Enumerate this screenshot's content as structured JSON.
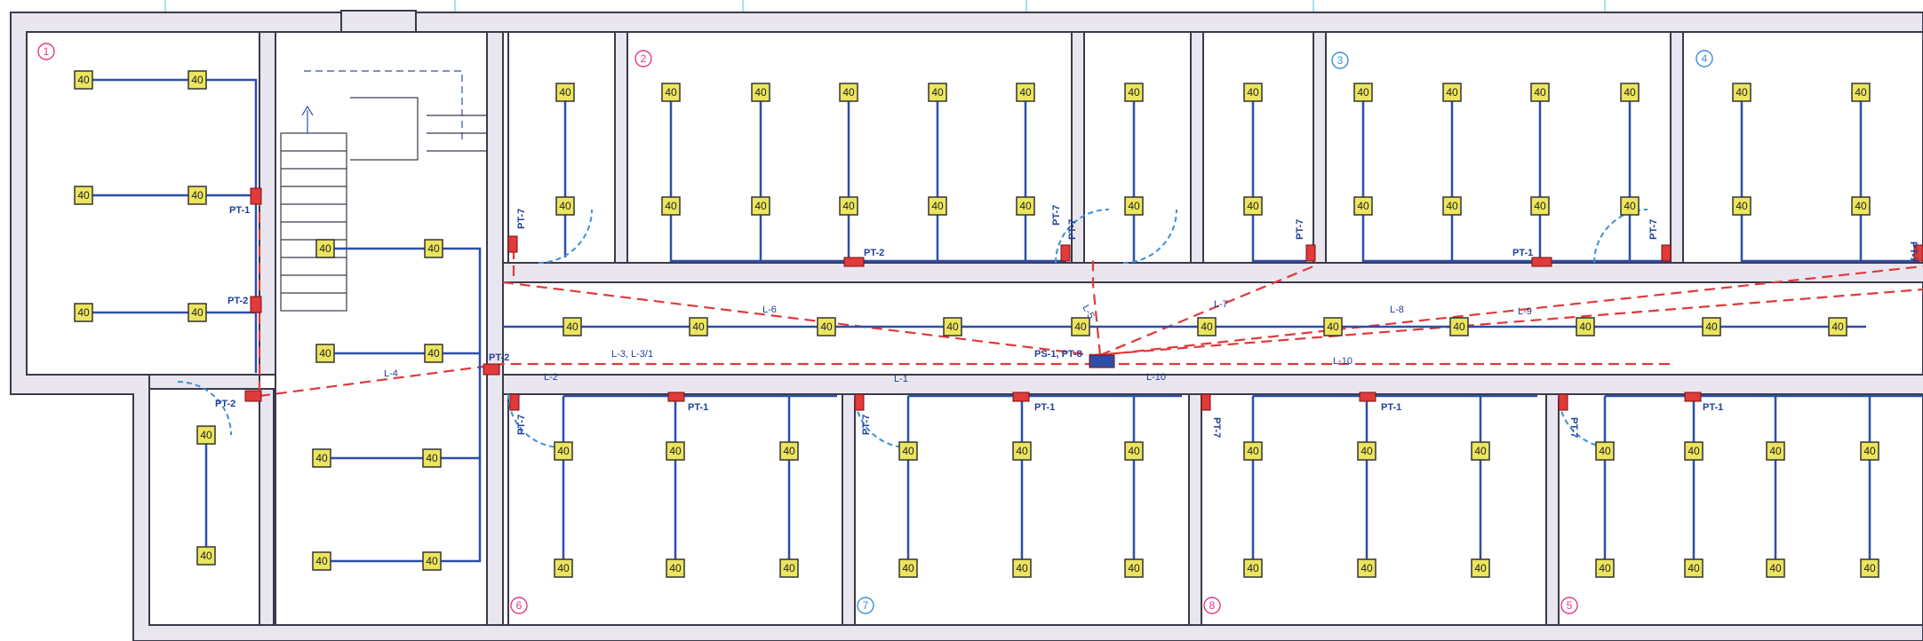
{
  "colors": {
    "wall_fill": "#e9e6ef",
    "wall_stroke": "#3a3a4a",
    "circuit_blue": "#2e4fa8",
    "circuit_light": "#3f8fd8",
    "feeder_red": "#e03a3a",
    "fixture_fill": "#ece55e",
    "grid_line": "#8fd3e8",
    "panel_red": "#e03a3a"
  },
  "fixture_rating": "40",
  "rooms": [
    {
      "id": "room-1",
      "number": "1"
    },
    {
      "id": "room-2",
      "number": "2"
    },
    {
      "id": "room-3",
      "number": "3"
    },
    {
      "id": "room-4",
      "number": "4"
    },
    {
      "id": "room-5",
      "number": "5"
    },
    {
      "id": "room-6",
      "number": "6"
    },
    {
      "id": "room-7",
      "number": "7"
    },
    {
      "id": "room-8",
      "number": "8"
    }
  ],
  "panel_labels": [
    {
      "id": "pt1-room1",
      "text": "PT-1"
    },
    {
      "id": "pt2-room1",
      "text": "PT-2"
    },
    {
      "id": "pt2-lobby",
      "text": "PT-2"
    },
    {
      "id": "pt2-stair",
      "text": "PT-2"
    },
    {
      "id": "pt2-room2",
      "text": "PT-2"
    },
    {
      "id": "pt1-room3",
      "text": "PT-1"
    },
    {
      "id": "pt1-room6",
      "text": "PT-1"
    },
    {
      "id": "pt1-room7",
      "text": "PT-1"
    },
    {
      "id": "pt1-room8",
      "text": "PT-1"
    },
    {
      "id": "pt1-room5",
      "text": "PT-1"
    },
    {
      "id": "pt7-a",
      "text": "PT-7"
    },
    {
      "id": "pt7-b",
      "text": "PT-7"
    },
    {
      "id": "pt7-c",
      "text": "PT-7"
    },
    {
      "id": "pt7-d",
      "text": "PT-7"
    },
    {
      "id": "pt7-e",
      "text": "PT-7"
    },
    {
      "id": "pt7-f",
      "text": "PT-7"
    },
    {
      "id": "pt7-g",
      "text": "PT-7"
    },
    {
      "id": "pt7-h",
      "text": "PT-7"
    },
    {
      "id": "pt7-i",
      "text": "PT-7"
    },
    {
      "id": "pt7-j",
      "text": "PT-7"
    },
    {
      "id": "ps-main",
      "text": "PS-1, PT-8"
    }
  ],
  "circuit_labels": [
    {
      "id": "l4",
      "text": "L-4"
    },
    {
      "id": "l3",
      "text": "L-3, L-3/1"
    },
    {
      "id": "l2",
      "text": "L-2"
    },
    {
      "id": "l1",
      "text": "L-1"
    },
    {
      "id": "l5",
      "text": "L-5"
    },
    {
      "id": "l6",
      "text": "L-6"
    },
    {
      "id": "l7",
      "text": "L-7"
    },
    {
      "id": "l8",
      "text": "L-8"
    },
    {
      "id": "l9",
      "text": "L-9"
    },
    {
      "id": "l10a",
      "text": "L-10"
    },
    {
      "id": "l10b",
      "text": "L-10"
    }
  ]
}
